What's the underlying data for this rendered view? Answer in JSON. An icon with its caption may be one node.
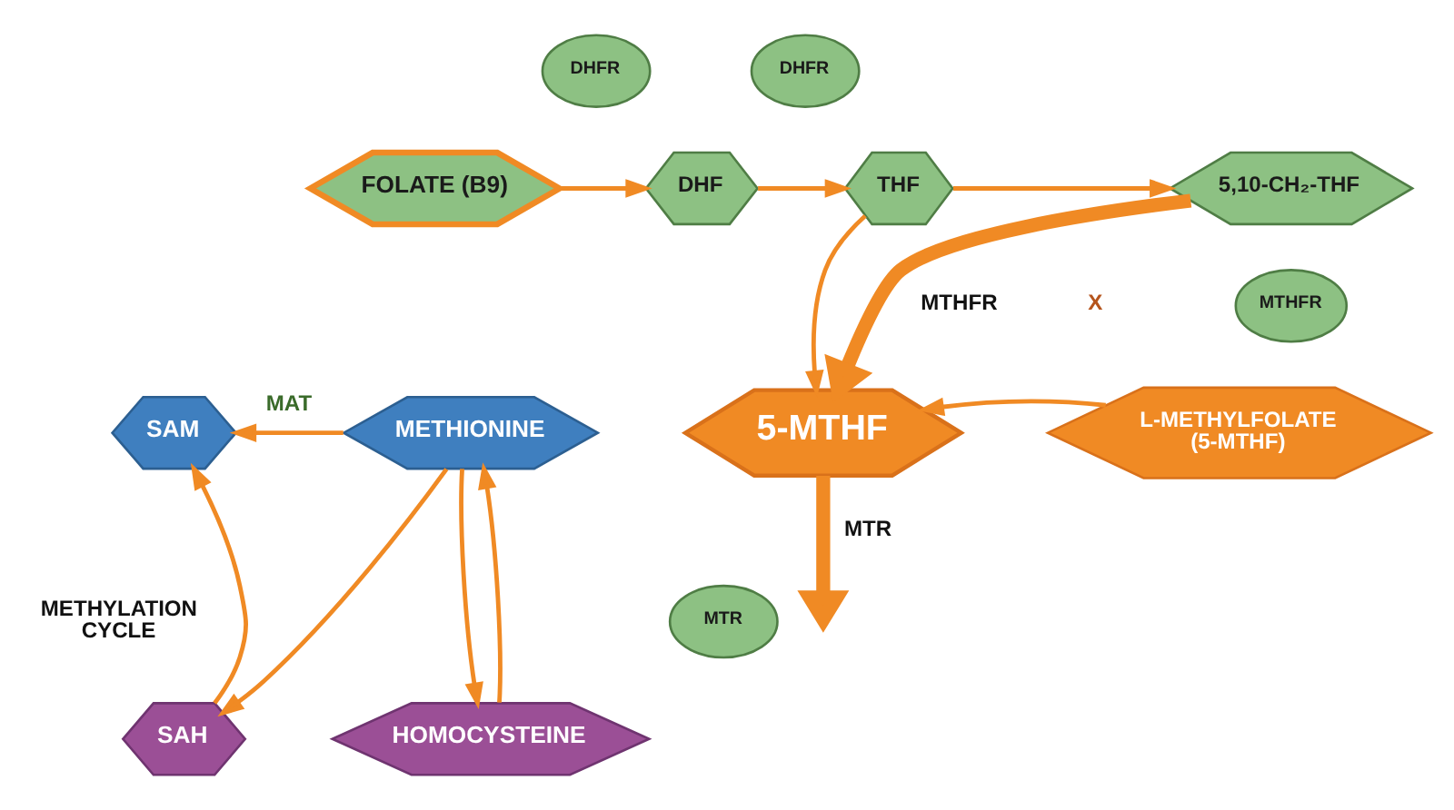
{
  "diagram": {
    "nodes": [
      {
        "text": [
          "FOLATE (B9)"
        ]
      },
      {
        "text": [
          "DHFR"
        ]
      },
      {
        "text": [
          "DHF"
        ]
      },
      {
        "text": [
          "DHFR"
        ]
      },
      {
        "text": [
          "THF"
        ]
      },
      {
        "text": [
          "5,10-CH₂-THF"
        ]
      },
      {
        "text": [
          "MTHFR"
        ]
      },
      {
        "text": [
          "5-MTHF"
        ]
      },
      {
        "text": [
          "L-METHYLFOLATE (5-MTHF)"
        ]
      },
      {
        "text": [
          "METHIONINE"
        ]
      },
      {
        "text": [
          "SAM"
        ]
      },
      {
        "text": [
          "MTR"
        ]
      },
      {
        "text": [
          "SAH"
        ]
      },
      {
        "text": [
          "HOMOCYSTEINE"
        ]
      }
    ],
    "edges": [
      {
        "from": 0,
        "to": 2,
        "arrow": "to"
      },
      {
        "from": 2,
        "to": 4,
        "arrow": "to"
      },
      {
        "from": 4,
        "to": 5,
        "arrow": "to"
      },
      {
        "from": 4,
        "to": 7,
        "arrow": "to"
      },
      {
        "from": 8,
        "to": 7,
        "arrow": "to"
      },
      {
        "from": 5,
        "to": 7,
        "arrow": "to",
        "label": "MTHFR",
        "style": "thick"
      },
      {
        "from": 7,
        "to": null,
        "arrow": "to",
        "label": "MTR",
        "style": "thick"
      },
      {
        "from": 9,
        "to": 10,
        "arrow": "to",
        "label": "MAT"
      },
      {
        "from": 9,
        "to": 13,
        "arrow": "to"
      },
      {
        "from": 13,
        "to": 9,
        "arrow": "to"
      },
      {
        "from": 9,
        "to": 12,
        "arrow": "to"
      },
      {
        "from": 12,
        "to": 10,
        "arrow": "to"
      }
    ],
    "labels": [
      "X",
      "METHYLATION CYCLE"
    ]
  }
}
